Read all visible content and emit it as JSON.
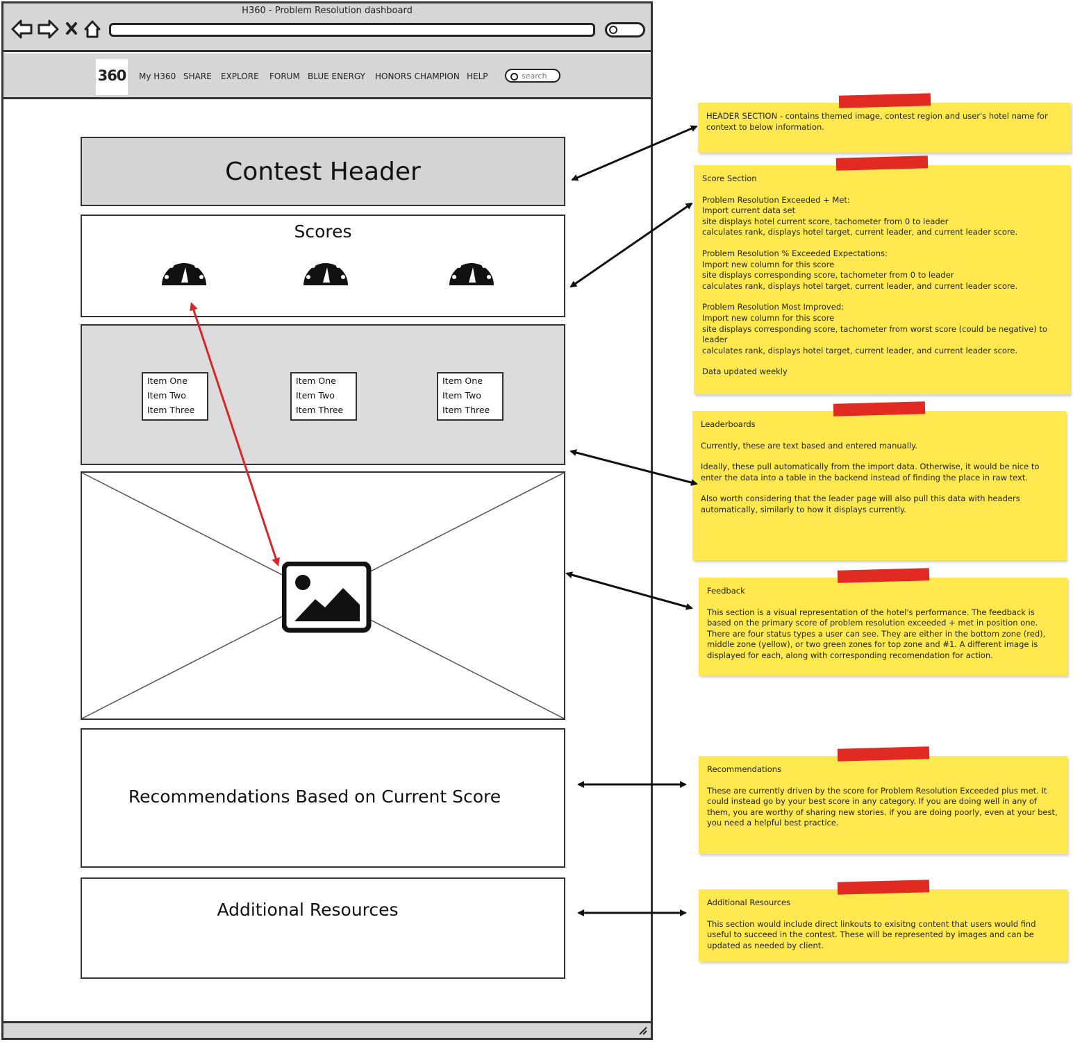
{
  "window": {
    "title": "H360 - Problem Resolution dashboard"
  },
  "nav": {
    "logo_text": "360",
    "items": [
      "My H360",
      "SHARE",
      "EXPLORE",
      "FORUM",
      "BLUE ENERGY",
      "HONORS CHAMPION",
      "HELP"
    ],
    "search_placeholder": "search"
  },
  "content": {
    "contest_header": "Contest Header",
    "scores_title": "Scores",
    "leaderboards": [
      [
        "Item One",
        "Item Two",
        "Item Three"
      ],
      [
        "Item One",
        "Item Two",
        "Item Three"
      ],
      [
        "Item One",
        "Item Two",
        "Item Three"
      ]
    ],
    "recommendations": "Recommendations Based on Current Score",
    "resources": "Additional Resources"
  },
  "notes": {
    "header": {
      "text": "HEADER SECTION - contains themed image, contest region and user's hotel name for context to below information."
    },
    "score": {
      "title": "Score Section",
      "blocks": [
        "Problem Resolution Exceeded + Met:\nImport current data set\nsite displays hotel current score, tachometer from 0 to leader\ncalculates rank, displays hotel target, current leader, and current leader score.",
        "Problem Resolution % Exceeded Expectations:\nImport new column for this score\nsite displays corresponding score, tachometer from 0 to leader\ncalculates rank, displays hotel target, current leader, and current leader score.",
        "Problem Resolution Most Improved:\nImport new column for this score\nsite displays corresponding score, tachometer from worst score (could be negative) to leader\ncalculates rank, displays hotel target, current leader, and current leader score.",
        "Data updated weekly"
      ]
    },
    "leaderboards": {
      "title": "Leaderboards",
      "blocks": [
        "Currently, these are text based and entered manually.",
        "Ideally, these pull automatically from the import data. Otherwise, it would be nice to enter the data into a table in the backend instead of finding the place in raw text.",
        "Also worth considering that the leader page will also pull this data with headers automatically, similarly to how it displays currently."
      ]
    },
    "feedback": {
      "title": "Feedback",
      "blocks": [
        "This section is a visual representation of the hotel's performance. The feedback is based on the primary score of problem resolution exceeded + met in position one. There are four status types a user can see. They are either in the bottom zone (red), middle zone (yellow), or two green zones for top zone and #1. A different image is displayed for each, along with corresponding recomendation for action."
      ]
    },
    "recommendations": {
      "title": "Recommendations",
      "blocks": [
        "These are currently driven by the score for Problem Resolution Exceeded plus met. It could instead go by your best score in any category. If you are doing well in any of them, you are worthy of sharing new stories. if you are doing poorly, even at your best, you need a helpful best practice."
      ]
    },
    "resources": {
      "title": "Additional Resources",
      "blocks": [
        "This section would include direct linkouts to exisitng content that users would find useful to succeed in the contest. These will be represented by images and can be updated as needed by client."
      ]
    }
  },
  "colors": {
    "note": "#ffe94f",
    "tape": "#e02a22",
    "arrow_red": "#d62728",
    "chrome": "#d6d6d6"
  },
  "icons": [
    "back-icon",
    "forward-icon",
    "close-icon",
    "home-icon",
    "search-icon",
    "gauge-icon",
    "image-icon"
  ]
}
